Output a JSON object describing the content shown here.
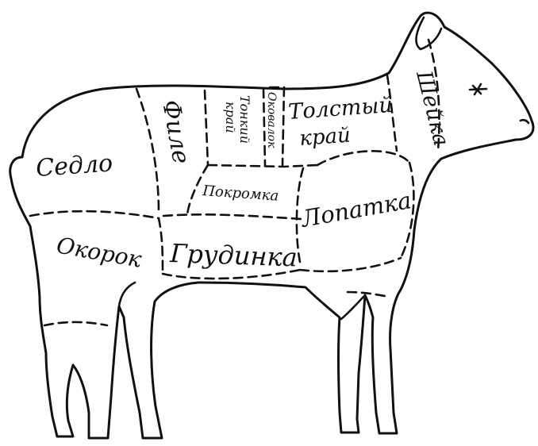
{
  "colors": {
    "ink": "#111111",
    "paper": "#ffffff"
  },
  "labels": {
    "sedlo": "Седло",
    "okorok": "Окорок",
    "file": "Филе",
    "tonkiy_kray_line1": "Тонкий",
    "tonkiy_kray_line2": "край",
    "okovalok": "Оковалок",
    "tolstyy_kray_line1": "Толстый",
    "tolstyy_kray_line2": "край",
    "sheyka": "Шейка",
    "pokromka": "Покромка",
    "lopatka": "Лопатка",
    "grudinka": "Грудинка"
  }
}
